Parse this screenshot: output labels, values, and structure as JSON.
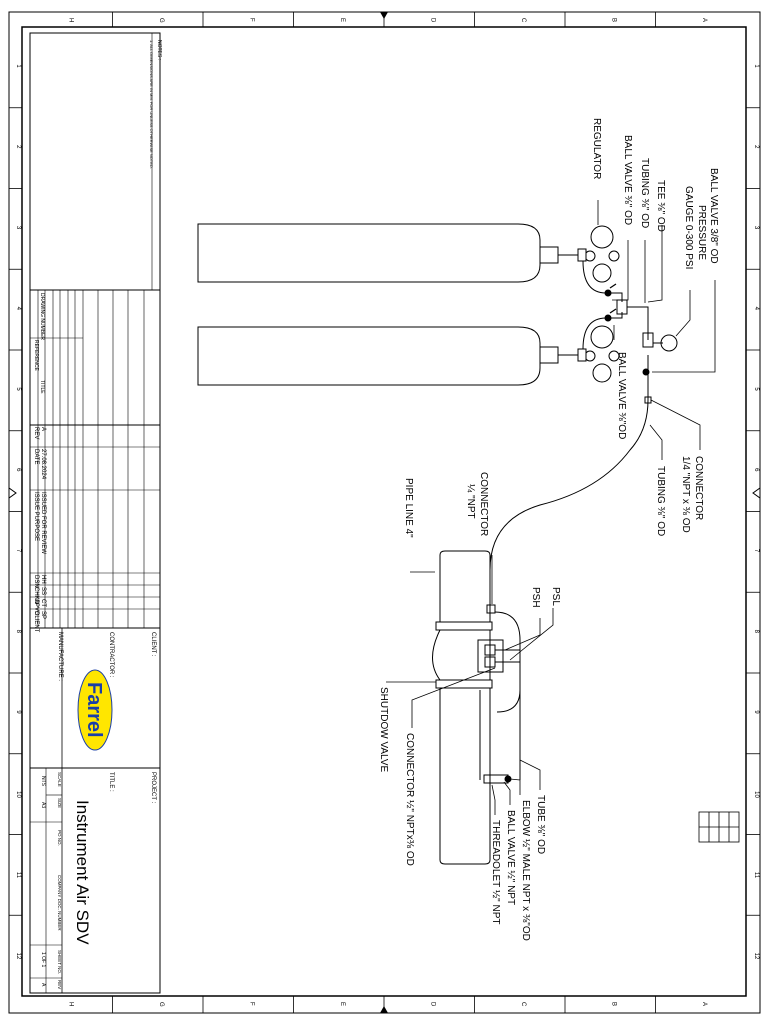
{
  "notes": {
    "heading": "NOTES :",
    "line1": "1.  ALL DIMENSIONS ARE IN MM. FOR UNLESS OTHERWISE NOTED."
  },
  "border": {
    "letters": [
      "A",
      "B",
      "C",
      "D",
      "E",
      "F",
      "G",
      "H"
    ],
    "numbers": [
      "1",
      "2",
      "3",
      "4",
      "5",
      "6",
      "7",
      "8",
      "9",
      "10",
      "11",
      "12"
    ]
  },
  "labels": {
    "ball_valve_top": "BALL VALVE 3/8\" OD",
    "pressure_gauge_1": "PRESSURE",
    "pressure_gauge_2": "GAUGE 0-300 PSI",
    "tee": "TEE ⅜\" OD",
    "tubing": "TUBING ⅜\" OD",
    "ball_valve_od": "BALL VALVE ⅜\" OD",
    "regulator": "REGULATOR",
    "ball_valve_mid": "BALL VALVE ⅜\"OD",
    "connector_top_1": "CONNECTOR",
    "connector_top_2": "1/4 \"NPT x ⅜ OD",
    "tubing_lower": "TUBING ⅜\" OD",
    "connector_npt_1": "CONNECTOR",
    "connector_npt_2": "¼ \"NPT",
    "pipe_line": "PIPE LINE 4\"",
    "psl": "PSL",
    "psh": "PSH",
    "shutdown_valve": "SHUTDOW VALVE",
    "connector_half": "CONNECTOR ½\" NPTx⅜ OD",
    "tube_od": "TUBE ⅜\" OD",
    "elbow": "ELBOW ½\" MALE NPT x ⅜\"OD",
    "ball_valve_npt": "BALL VALVE ½\" NPT",
    "threadolet": "THREADOLET ½\" NPT"
  },
  "title_block": {
    "drawing_number": "DRAWING NUMBER",
    "reference": "REFERENCE",
    "title_col": "TITLE",
    "rev_row": [
      "A",
      "27.08.2024",
      "ISSUED FOR REVIEW",
      "HH",
      "SS",
      "CT",
      "SP"
    ],
    "rev_header": [
      "REV",
      "DATE",
      "ISSUE PURPOSE",
      "DSN",
      "CHKD",
      "APVD",
      "CLIENT"
    ],
    "client": "CLIENT :",
    "contractor": "CONTRACTOR :",
    "manufacture": "MANUFACTURE :",
    "logo": "Farrel",
    "project": "PROJECT :",
    "title": "TITLE :",
    "drawing_title": "Instrument Air SDV",
    "scale_label": "SCALE",
    "scale_value": "NTS",
    "size_label": "SIZE",
    "size_value": "A3",
    "po_no": "PO NO.",
    "company_doc": "COMPANY DOC. NUMBER",
    "sheet_no": "SHEET NO.",
    "sheet_value": "1 OF 1",
    "rev": "REV",
    "rev_value": "A"
  },
  "colors": {
    "line": "#000000",
    "logo_fill": "#ffe600",
    "logo_text": "#1a3fa8"
  }
}
